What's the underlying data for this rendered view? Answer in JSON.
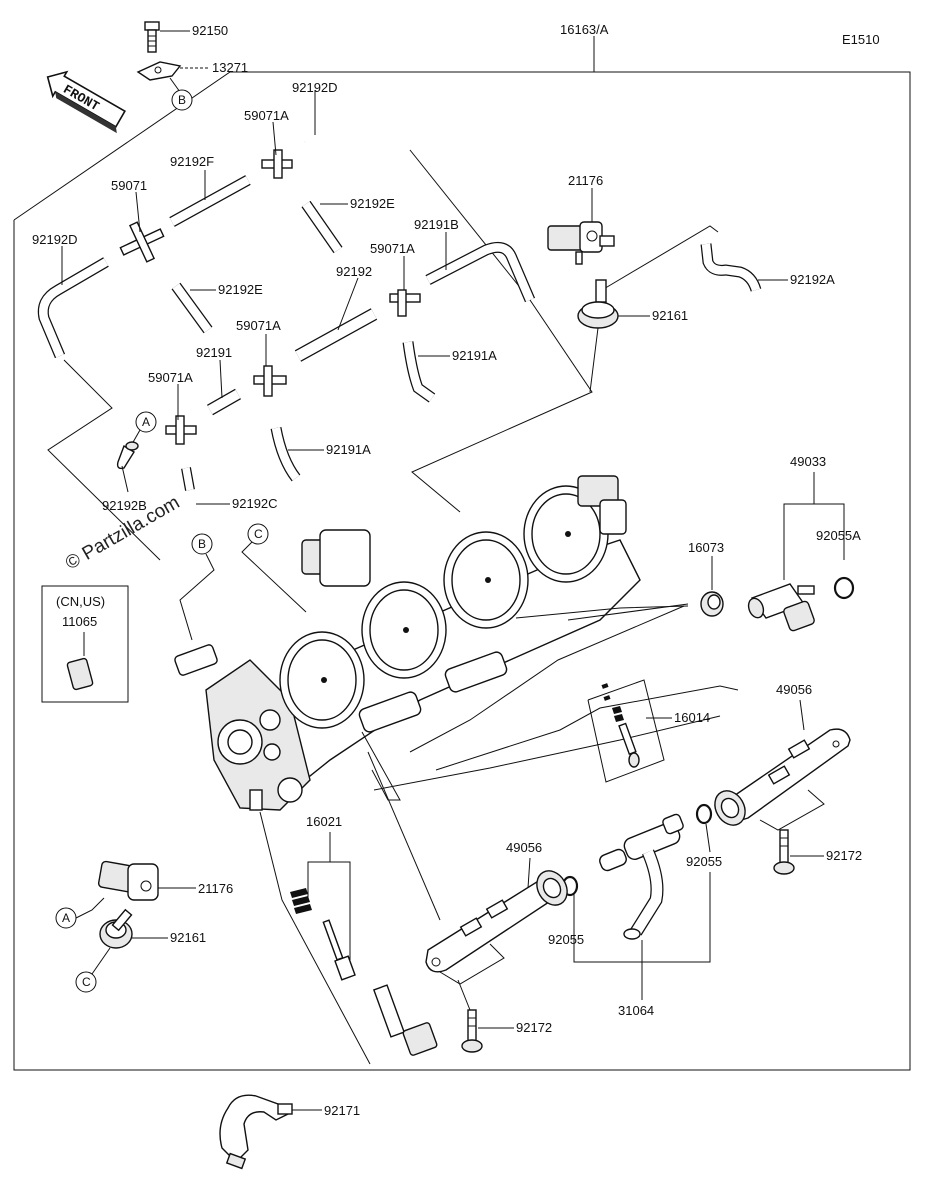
{
  "diagram_code": "E1510",
  "assembly_label": "16163/A",
  "front_label": "FRONT",
  "watermark": "© Partzilla.com",
  "region_note": "(CN,US)",
  "callouts": {
    "A": "A",
    "B": "B",
    "C": "C"
  },
  "parts": {
    "p92150": "92150",
    "p13271": "13271",
    "p92192D_top": "92192D",
    "p59071A_top": "59071A",
    "p92192F": "92192F",
    "p59071": "59071",
    "p92192E_top": "92192E",
    "p92192D_left": "92192D",
    "p92192E_mid": "92192E",
    "p92191B": "92191B",
    "p59071A_mid": "59071A",
    "p92192": "92192",
    "p21176_top": "21176",
    "p92192A": "92192A",
    "p92161_top": "92161",
    "p91A_1": "92191A",
    "p59071A_low": "59071A",
    "p92191": "92191",
    "p59071A_left": "59071A",
    "p91A_2": "92191A",
    "p92192B": "92192B",
    "p92192C": "92192C",
    "p49033": "49033",
    "p16073": "16073",
    "p92055A": "92055A",
    "p11065": "11065",
    "p16014": "16014",
    "p49056_right": "49056",
    "p16021": "16021",
    "p21176_low": "21176",
    "p92161_low": "92161",
    "p49056_low": "49056",
    "p92055_right": "92055",
    "p92172_right": "92172",
    "p92055_left": "92055",
    "p31064": "31064",
    "p92172_low": "92172",
    "p92171": "92171"
  }
}
